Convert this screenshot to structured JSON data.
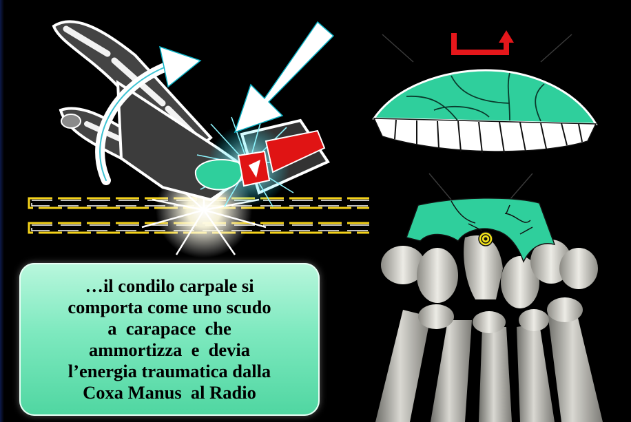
{
  "caption": {
    "lines": [
      "…il condilo carpale si",
      "comporta come uno scudo",
      "a  carapace  che",
      "ammortizza  e  devia",
      "l’energia traumatica dalla",
      "Coxa Manus  al Radio"
    ]
  },
  "colors": {
    "background": "#000000",
    "shell_green": "#2fcf9c",
    "impact_red": "#e01414",
    "arrow_red": "#e5171b",
    "arrows_white": "#ffffff",
    "caption_box": "#7ee9bf",
    "marker_yellow": "#f2e21a"
  },
  "icons": {
    "rotation_arrow": "curved-arrow-icon",
    "impact_arrow": "down-left-arrow-icon",
    "flip_arrow": "u-turn-arrow-icon",
    "target_marker": "target-icon"
  }
}
